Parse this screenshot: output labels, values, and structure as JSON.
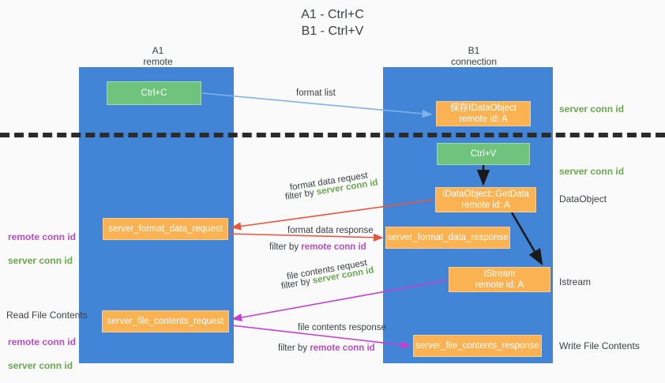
{
  "title": "A1 - Ctrl+C\nB1 - Ctrl+V",
  "lanes": {
    "a": {
      "title": "A1\nremote",
      "color": "#4285d6"
    },
    "b": {
      "title": "B1\nconnection",
      "color": "#4285d6"
    }
  },
  "nodes": {
    "ctrl_c": "Ctrl+C",
    "save_dataobject": "保存IDataObject\nremote id: A",
    "ctrl_v": "Ctrl+V",
    "getdata": "IDataObject::GetData\nremote id: A",
    "server_format_data_request": "server_format_data_request",
    "server_format_data_response": "server_format_data_response",
    "istream": "IStream\nremote id: A",
    "server_file_contents_request": "server_file_contents_request",
    "server_file_contents_response": "server_file_contents_response"
  },
  "edge_labels": {
    "format_list": "format list",
    "format_data_request": "format data request",
    "format_data_request_filter_prefix": "filter by ",
    "format_data_request_filter_value": "server conn id",
    "format_data_response": "format data response",
    "format_data_response_filter_prefix": "filter by ",
    "format_data_response_filter_value": "remote conn id",
    "file_contents_request": "file contents request",
    "file_contents_request_filter_prefix": "filter by ",
    "file_contents_request_filter_value": "server conn id",
    "file_contents_response": "file contents response",
    "file_contents_response_filter_prefix": "filter by ",
    "file_contents_response_filter_value": "remote conn id"
  },
  "right_labels": {
    "server_conn_id_1": "server conn id",
    "server_conn_id_2": "server conn id",
    "dataobject": "DataObject",
    "istream": "Istream",
    "write_file_contents": "Write File Contents"
  },
  "left_labels": {
    "remote_conn_id_1": "remote conn id",
    "server_conn_id_1": "server conn id",
    "read_file_contents": "Read File Contents",
    "remote_conn_id_2": "remote conn id",
    "server_conn_id_2": "server conn id"
  },
  "colors": {
    "lane": "#4285d6",
    "green_node": "#6fc37d",
    "orange_node": "#fbb252",
    "green_text": "#6aa84f",
    "magenta_text": "#b84ec4",
    "red_arrow": "#e8553e",
    "magenta_arrow": "#c43fd0",
    "blue_arrow": "#7fb3e8",
    "dark_arrow": "#1a1a1a",
    "background": "#fafafa"
  }
}
